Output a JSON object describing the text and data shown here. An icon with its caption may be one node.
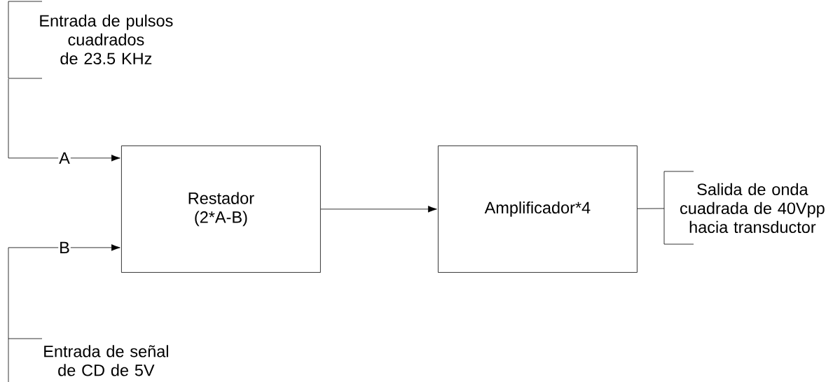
{
  "diagram": {
    "nodes": [
      {
        "text": [
          "Entrada de pulsos cuadrados de 23.5 KHz"
        ]
      },
      {
        "text": [
          "Entrada de señal de CD de 5V"
        ]
      },
      {
        "text": [
          "Restador (2*A-B)"
        ]
      },
      {
        "text": [
          "Amplificador*4"
        ]
      },
      {
        "text": [
          "Salida de onda cuadrada de 40Vpp hacia transductor"
        ]
      }
    ],
    "edges": [
      {
        "from": 0,
        "to": 2,
        "arrow": "to",
        "label": "A"
      },
      {
        "from": 1,
        "to": 2,
        "arrow": "to",
        "label": "B"
      },
      {
        "from": 2,
        "to": 3,
        "arrow": "to"
      },
      {
        "from": 3,
        "to": 4,
        "arrow": "none"
      }
    ]
  }
}
